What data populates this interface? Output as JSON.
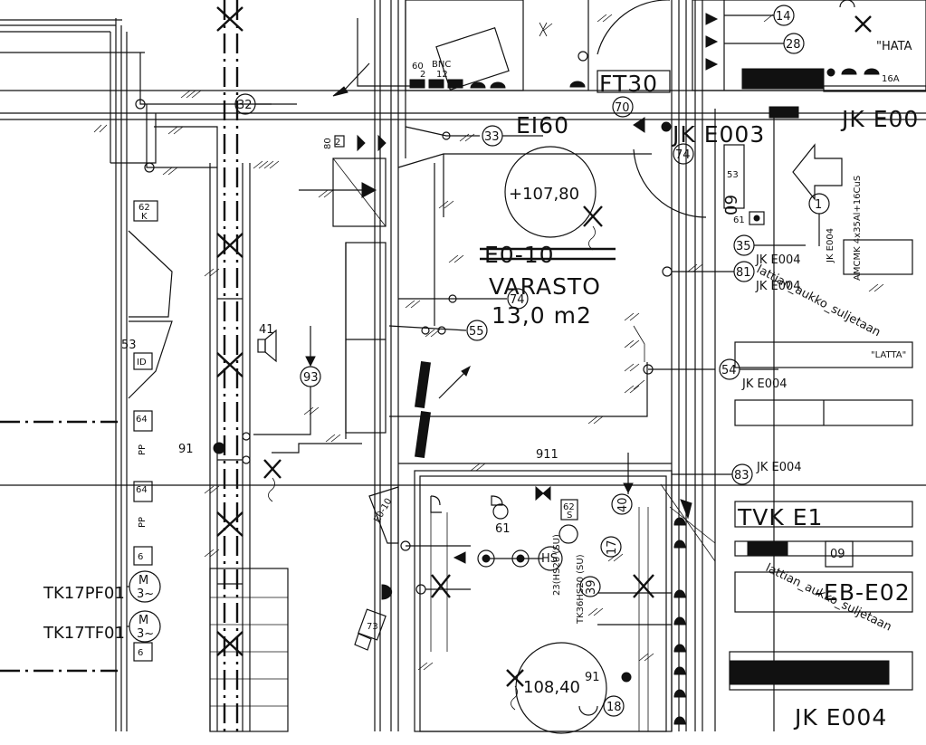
{
  "labels": {
    "ei60": "EI60",
    "jk_e003": "JK E003",
    "jk_e00_right": "JK E00",
    "varasto": "VARASTO",
    "area": "13,0 m2",
    "level_1": "+107,80",
    "level_2": "108,40",
    "eo": "E0-10",
    "tvk": "TVK E1",
    "eb": "-EB-E02",
    "jk_e004_big": "JK E004",
    "tk17pf": "TK17PF01",
    "tk17tf": "TK17TF01",
    "ft30": "FT30",
    "hata": "\"HATA",
    "latta": "\"LATTA\"",
    "cable_spec": "AMCMK 4x35Al+16CuS",
    "jk_e004_v": "JK E004",
    "duct_note_1": "lattian_aukko_suljetaan",
    "duct_note_2": "lattian_aukko_suljetaan",
    "bnc": "BNC",
    "n60": "60",
    "n2a": "2",
    "n12": "12",
    "n16a": "16A",
    "n80": "80",
    "n2b": "2",
    "n53": "53",
    "n64a": "64",
    "n64b": "64",
    "pp1": "PP",
    "pp2": "PP",
    "n6a": "6",
    "n6b": "6",
    "n62": "62",
    "k": "K",
    "n62s": "62",
    "s": "S",
    "id": "ID",
    "n41": "41",
    "n911": "911",
    "n91": "91",
    "n61": "61",
    "hs": "HS",
    "hs_code": "23(HS20 (SU)",
    "tk36": "TK36HS20 (SU)",
    "n73": "73",
    "n09": "09",
    "n61b": "61",
    "n53b": "53",
    "n60b": "60",
    "m": "M",
    "m2": "M",
    "p3a": "3~",
    "p3b": "3~"
  },
  "jk_refs": [
    {
      "text": "JK E004"
    },
    {
      "text": "JK E004"
    },
    {
      "text": "JK E004"
    },
    {
      "text": "JK E004"
    }
  ],
  "circles": [
    {
      "text": "14"
    },
    {
      "text": "28"
    },
    {
      "text": "32"
    },
    {
      "text": "33"
    },
    {
      "text": "70"
    },
    {
      "text": "74"
    },
    {
      "text": "1"
    },
    {
      "text": "35"
    },
    {
      "text": "81"
    },
    {
      "text": "74"
    },
    {
      "text": "55"
    },
    {
      "text": "54"
    },
    {
      "text": "93"
    },
    {
      "text": "83"
    },
    {
      "text": "40"
    },
    {
      "text": "17"
    },
    {
      "text": "39"
    },
    {
      "text": "18"
    }
  ]
}
